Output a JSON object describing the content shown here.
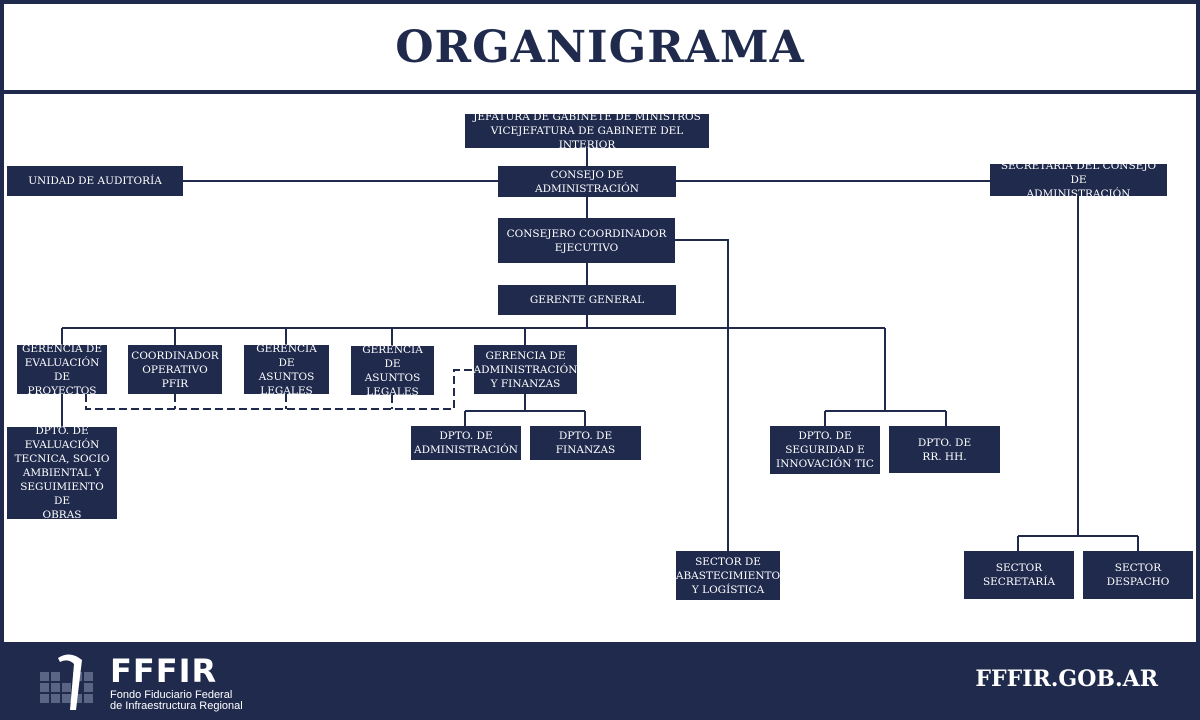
{
  "header": {
    "title": "ORGANIGRAMA"
  },
  "org": {
    "jefatura": "JEFATURA DE GABINETE DE MINISTROS\nVICEJEFATURA DE GABINETE DEL INTERIOR",
    "auditoria": "UNIDAD DE AUDITORÍA",
    "consejo": "CONSEJO DE ADMINISTRACIÓN",
    "secretaria": "SECRETARÍA DEL CONSEJO DE\nADMINISTRACIÓN",
    "coordinador_ejecutivo": "CONSEJERO COORDINADOR\nEJECUTIVO",
    "gerente_general": "GERENTE GENERAL",
    "gerencia_proyectos": "GERENCIA DE\nEVALUACIÓN\nDE PROYECTOS",
    "coordinador_pfir": "COORDINADOR\nOPERATIVO\nPFIR",
    "asuntos_legales_1": "GERENCIA DE\nASUNTOS\nLEGALES",
    "asuntos_legales_2": "GERENCIA DE\nASUNTOS\nLEGALES",
    "gerencia_admin": "GERENCIA DE\nADMINISTRACIÓN\nY FINANZAS",
    "dpto_evaluacion": "DPTO. DE\nEVALUACIÓN\nTECNICA, SOCIO\nAMBIENTAL Y\nSEGUIMIENTO DE\nOBRAS",
    "dpto_admin": "DPTO. DE\nADMINISTRACIÓN",
    "dpto_finanzas": "DPTO. DE\nFINANZAS",
    "dpto_seguridad": "DPTO. DE\nSEGURIDAD E\nINNOVACIÓN TIC",
    "dpto_rrhh": "DPTO. DE\nRR. HH.",
    "sector_abastecimiento": "SECTOR DE\nABASTECIMIENTO\nY LOGÍSTICA",
    "sector_secretaria": "SECTOR\nSECRETARÍA",
    "sector_despacho": "SECTOR\nDESPACHO"
  },
  "footer": {
    "logo_acronym": "FFFIR",
    "logo_line1": "Fondo Fiduciario Federal",
    "logo_line2": "de Infraestructura Regional",
    "website": "FFFIR.GOB.AR"
  },
  "colors": {
    "navy": "#1f2a4d",
    "background": "#ffffff",
    "text_on_box": "#ffffff"
  }
}
